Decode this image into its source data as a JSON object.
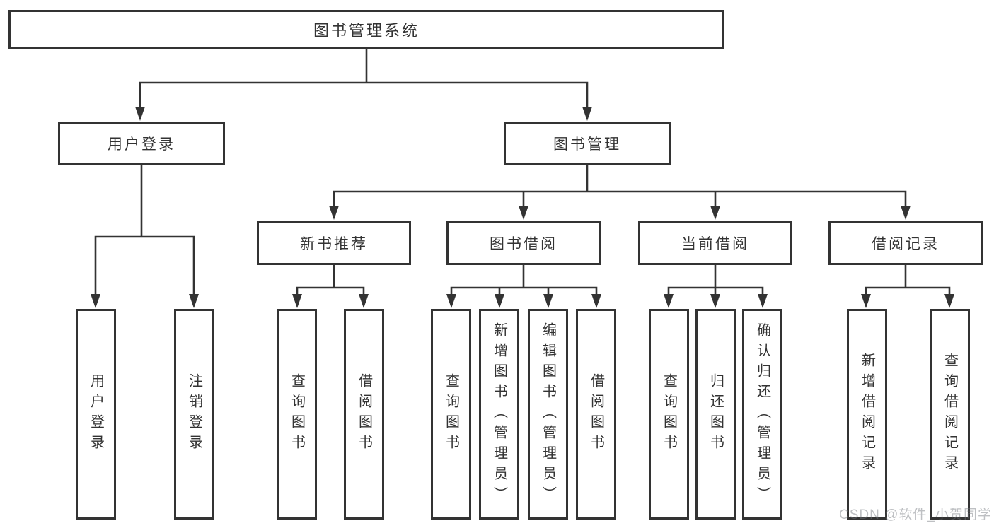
{
  "diagram_title": "图书管理系统",
  "nodes": {
    "root": "图书管理系统",
    "user_login": "用户登录",
    "book_management": "图书管理",
    "new_book_recommend": "新书推荐",
    "book_borrow": "图书借阅",
    "current_borrow": "当前借阅",
    "borrow_records": "借阅记录",
    "leaf_user_login": "用户登录",
    "leaf_logout": "注销登录",
    "leaf_query_book_recommend": "查询图书",
    "leaf_borrow_book_recommend": "借阅图书",
    "leaf_query_book_borrow": "查询图书",
    "leaf_add_book_admin": "新增图书（管理员）",
    "leaf_edit_book_admin": "编辑图书（管理员）",
    "leaf_borrow_book_borrow": "借阅图书",
    "leaf_query_book_current": "查询图书",
    "leaf_return_book": "归还图书",
    "leaf_confirm_return_admin": "确认归还（管理员）",
    "leaf_add_borrow_record": "新增借阅记录",
    "leaf_query_borrow_record": "查询借阅记录"
  },
  "edges": [
    [
      "root",
      "user_login"
    ],
    [
      "root",
      "book_management"
    ],
    [
      "user_login",
      "leaf_user_login"
    ],
    [
      "user_login",
      "leaf_logout"
    ],
    [
      "book_management",
      "new_book_recommend"
    ],
    [
      "book_management",
      "book_borrow"
    ],
    [
      "book_management",
      "current_borrow"
    ],
    [
      "book_management",
      "borrow_records"
    ],
    [
      "new_book_recommend",
      "leaf_query_book_recommend"
    ],
    [
      "new_book_recommend",
      "leaf_borrow_book_recommend"
    ],
    [
      "book_borrow",
      "leaf_query_book_borrow"
    ],
    [
      "book_borrow",
      "leaf_add_book_admin"
    ],
    [
      "book_borrow",
      "leaf_edit_book_admin"
    ],
    [
      "book_borrow",
      "leaf_borrow_book_borrow"
    ],
    [
      "current_borrow",
      "leaf_query_book_current"
    ],
    [
      "current_borrow",
      "leaf_return_book"
    ],
    [
      "current_borrow",
      "leaf_confirm_return_admin"
    ],
    [
      "borrow_records",
      "leaf_add_borrow_record"
    ],
    [
      "borrow_records",
      "leaf_query_borrow_record"
    ]
  ],
  "watermark": {
    "text": "CSDN @软件_小贺同学"
  },
  "colors": {
    "line": "#333333",
    "box_border": "#333333",
    "text": "#333333",
    "watermark": "#b3b7bb",
    "background": "#ffffff"
  }
}
